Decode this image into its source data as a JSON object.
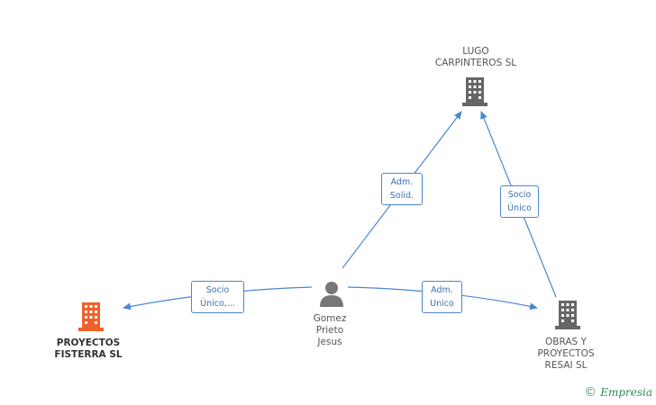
{
  "nodes": {
    "lugo": {
      "lines": [
        "LUGO",
        "CARPINTEROS SL"
      ],
      "icon": "building-icon",
      "color": "#666666"
    },
    "fisterra": {
      "lines": [
        "PROYECTOS",
        "FISTERRA SL"
      ],
      "icon": "building-icon",
      "color": "#f0602a"
    },
    "gomez": {
      "lines": [
        "Gomez",
        "Prieto",
        "Jesus"
      ],
      "icon": "person-icon",
      "color": "#777777"
    },
    "resai": {
      "lines": [
        "OBRAS Y",
        "PROYECTOS",
        "RESAI SL"
      ],
      "icon": "building-icon",
      "color": "#666666"
    }
  },
  "edges": {
    "gomez_lugo": {
      "lines": [
        "Adm.",
        "Solid."
      ]
    },
    "resai_lugo": {
      "lines": [
        "Socio",
        "Único"
      ]
    },
    "gomez_fisterra": {
      "lines": [
        "Socio",
        "Único,..."
      ]
    },
    "gomez_resai": {
      "lines": [
        "Adm.",
        "Unico"
      ]
    }
  },
  "colors": {
    "edge": "#4a86d4"
  },
  "watermark": {
    "symbol": "©",
    "brand": "Empresia"
  }
}
